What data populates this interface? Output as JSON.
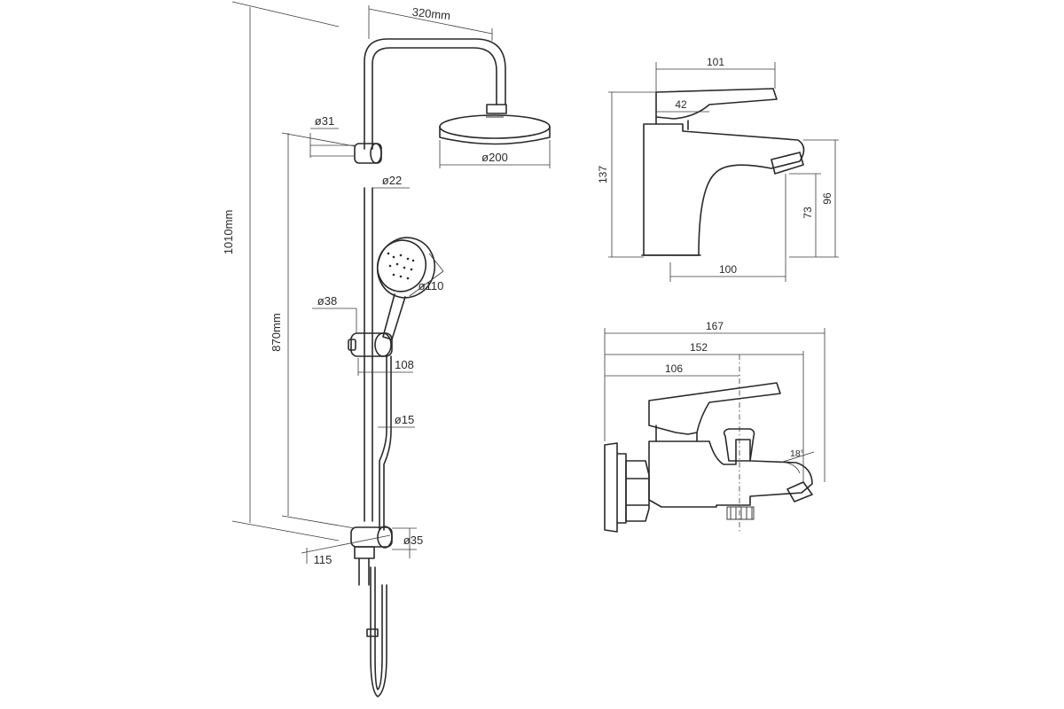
{
  "shower_system": {
    "total_height": "1010mm",
    "rail_height": "870mm",
    "arm_reach": "320mm",
    "rain_head_diameter": "ø200",
    "pipe_diameter_top": "ø31",
    "pipe_diameter": "ø22",
    "hand_shower_diameter": "ø110",
    "slider_diameter": "ø38",
    "slider_offset": "108",
    "hose_diameter": "ø15",
    "diverter_diameter": "ø35",
    "wall_distance": "115"
  },
  "basin_mixer": {
    "width": "101",
    "lever_length": "42",
    "height": "137",
    "spout_height": "96",
    "spout_clearance": "73",
    "spout_reach": "100"
  },
  "bath_mixer": {
    "total_width": "167",
    "spout_reach": "152",
    "handle_reach": "106",
    "spout_angle": "18°"
  }
}
